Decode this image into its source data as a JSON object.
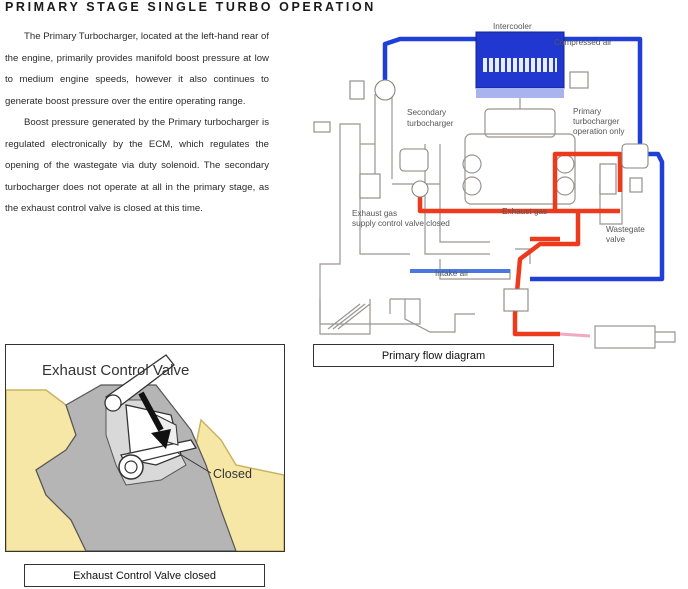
{
  "page": {
    "title": "PRIMARY STAGE SINGLE TURBO OPERATION",
    "paragraphs": [
      "The Primary Turbocharger, located at the left-hand rear of the engine, primarily provides manifold boost pressure at low to medium engine speeds, however it also continues to generate boost pressure over the entire operating range.",
      "Boost pressure generated by the Primary turbocharger is regulated electronically by the ECM, which regulates the opening of the wastegate via duty solenoid. The secondary turbocharger does not operate at all in the primary stage, as the exhaust control valve is closed at this time."
    ]
  },
  "flow_diagram": {
    "labels": {
      "intercooler": "Intercooler",
      "compressed_air": "Compressed air",
      "secondary_line1": "Secondary",
      "secondary_line2": "turbocharger",
      "primary_line1": "Primary",
      "primary_line2": "turbocharger",
      "primary_line3": "operation only",
      "exhaust_supply_line1": "Exhaust gas",
      "exhaust_supply_line2": "supply control valve closed",
      "exhaust_gas": "Exhaust gas",
      "wastegate_line1": "Wastegate",
      "wastegate_line2": "valve",
      "intake_air": "Intake air"
    },
    "caption": "Primary flow diagram",
    "colors": {
      "compressed": "#1f3fd8",
      "exhaust": "#ee3a1c",
      "intake": "#4a78e0",
      "outline": "#9a9590"
    }
  },
  "valve_figure": {
    "heading": "Exhaust Control Valve",
    "closed_label": "Closed",
    "caption": "Exhaust Control Valve closed",
    "colors": {
      "housing": "#f7e7a6",
      "housing_edge": "#c9b361",
      "body": "#b5b5b5"
    }
  }
}
